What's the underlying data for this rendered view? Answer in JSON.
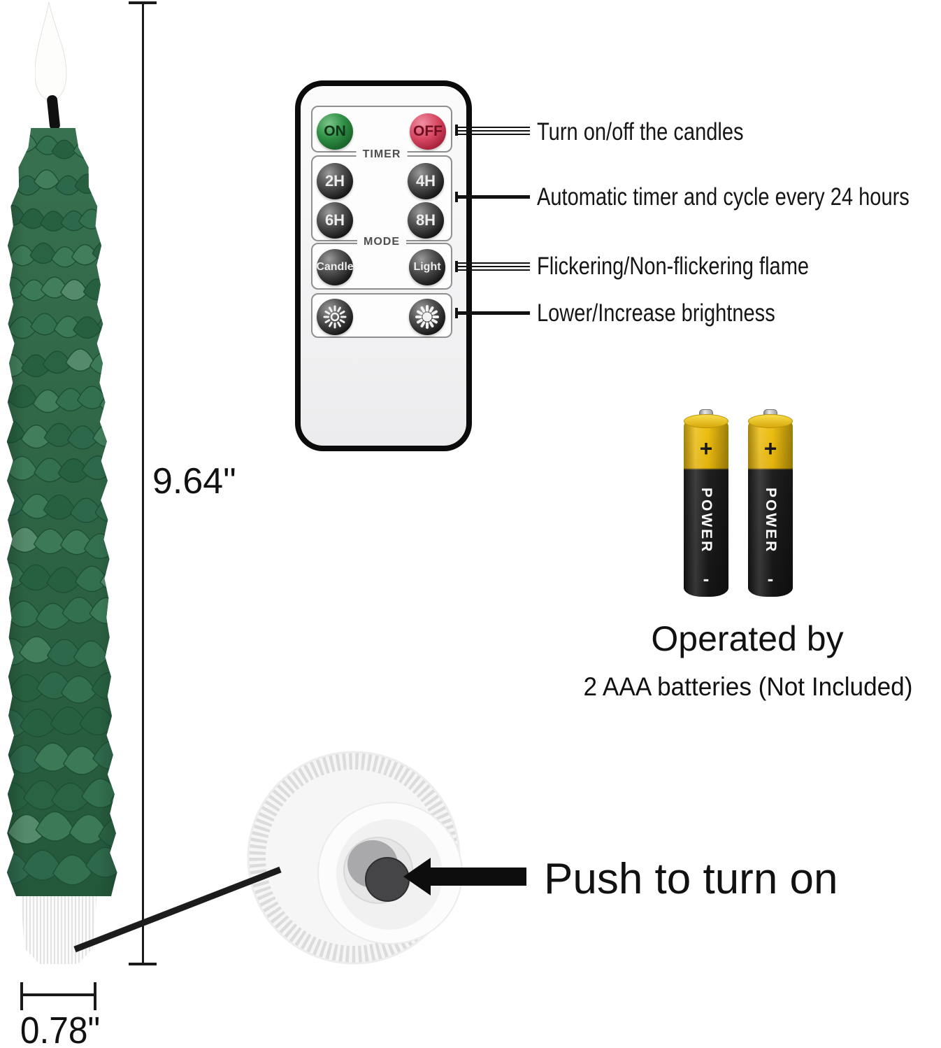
{
  "colors": {
    "ink": "#111111",
    "remote-green": "#2f8f46",
    "remote-red": "#d64560",
    "battery-yellow": "#eec011",
    "candle_palette": [
      "#2a6244",
      "#33704f",
      "#3c7a57",
      "#2e684a",
      "#276040",
      "#427e5c"
    ],
    "candle_stroke": "#1e4f36",
    "candle_highlight": "#558a6c"
  },
  "dimensions": {
    "height_label": "9.64\"",
    "width_label": "0.78\""
  },
  "remote": {
    "power": {
      "on": "ON",
      "off": "OFF"
    },
    "timer": {
      "label": "TIMER",
      "buttons": [
        "2H",
        "4H",
        "6H",
        "8H"
      ]
    },
    "mode": {
      "label": "MODE",
      "buttons": [
        "Candle",
        "Light"
      ]
    }
  },
  "callouts": [
    {
      "text": "Turn on/off the candles"
    },
    {
      "text": "Automatic timer and cycle every 24 hours"
    },
    {
      "text": "Flickering/Non-flickering flame"
    },
    {
      "text": "Lower/Increase brightness"
    }
  ],
  "batteries": {
    "brand": "POWER",
    "plus": "+",
    "minus": "-",
    "heading": "Operated by",
    "subheading": "2 AAA batteries (Not Included)"
  },
  "base_view": {
    "label": "Push to turn on"
  }
}
